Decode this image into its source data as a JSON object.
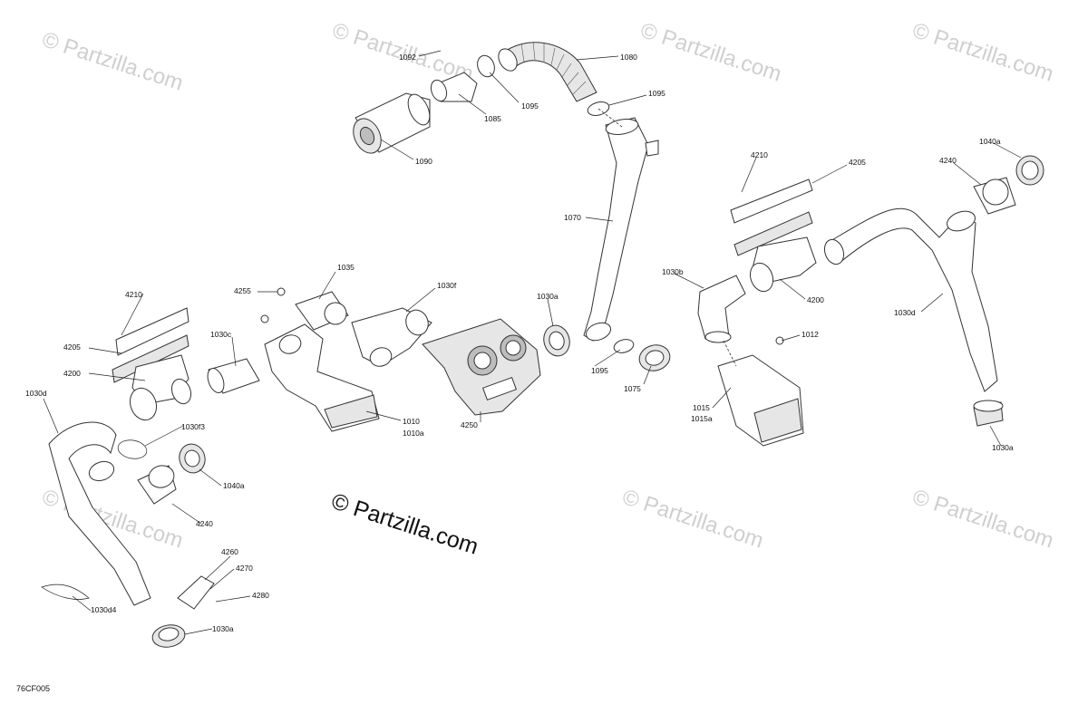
{
  "diagram_code": "76CF005",
  "watermark": {
    "main": "© Partzilla.com",
    "tile": "© Partzilla.com"
  },
  "callouts": {
    "c1092": "1092",
    "c1080": "1080",
    "c1095_top_a": "1095",
    "c1095_top_b": "1095",
    "c1085": "1085",
    "c1090": "1090",
    "c1070": "1070",
    "c1095_mid": "1095",
    "c1075": "1075",
    "c1035": "1035",
    "c1030f": "1030f",
    "c1030a_mid": "1030a",
    "c4255": "4255",
    "c4210_left": "4210",
    "c4205_left": "4205",
    "c4200_left": "4200",
    "c1030c": "1030c",
    "c1010": "1010",
    "c1010a": "1010a",
    "c4250": "4250",
    "c1030d_left": "1030d",
    "c1030f3": "1030f3",
    "c1040a_left": "1040a",
    "c4240_left": "4240",
    "c4260": "4260",
    "c4270": "4270",
    "c4280": "4280",
    "c1030d4": "1030d4",
    "c1030a_bl": "1030a",
    "c4210_right": "4210",
    "c4205_right": "4205",
    "c1040a_right": "1040a",
    "c4240_right": "4240",
    "c1030b": "1030b",
    "c4200_right": "4200",
    "c1030d_right": "1030d",
    "c1012": "1012",
    "c1015": "1015",
    "c1015a": "1015a",
    "c1030a_right": "1030a"
  }
}
